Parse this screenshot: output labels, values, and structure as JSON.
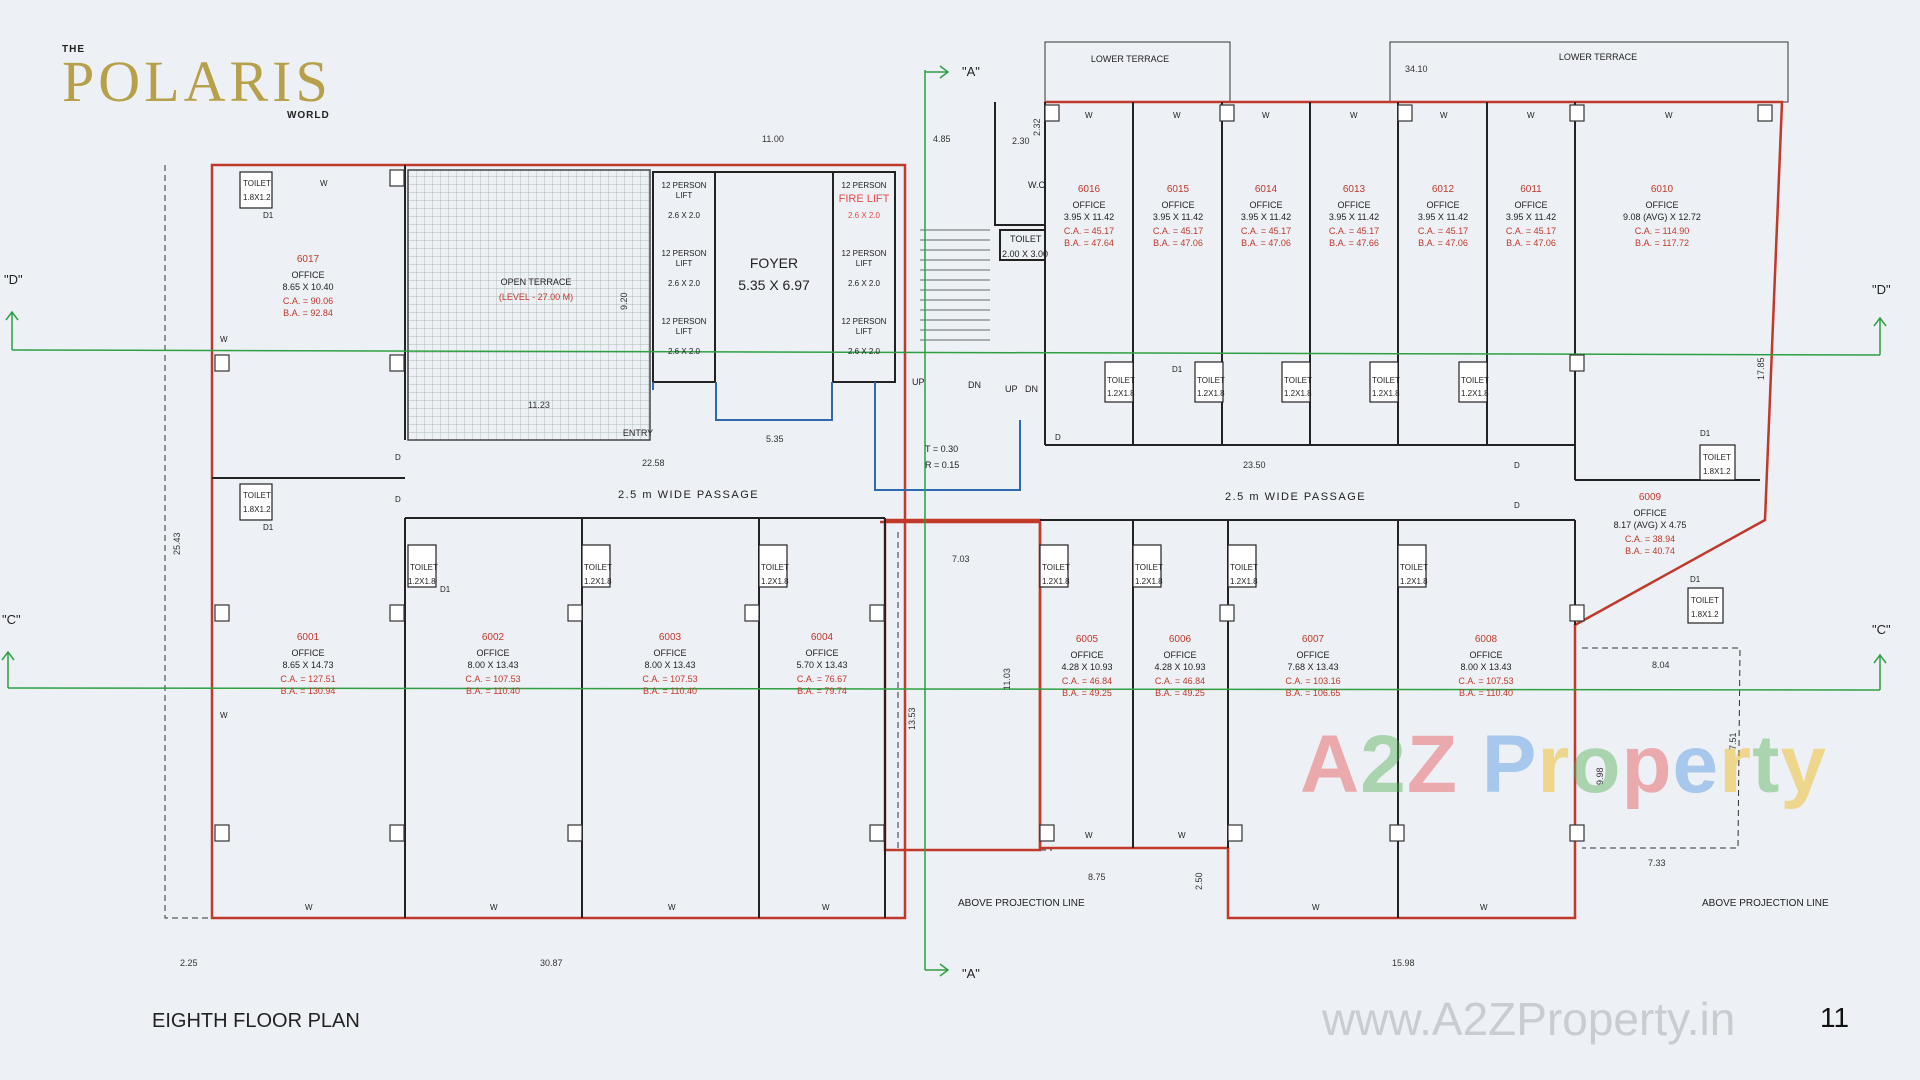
{
  "logo": {
    "the": "THE",
    "main": "POLARIS",
    "world": "WORLD"
  },
  "floor_title": "EIGHTH FLOOR PLAN",
  "page_number": "11",
  "watermark": {
    "parts": [
      "A",
      "2",
      "Z",
      " ",
      "P",
      "r",
      "o",
      "p",
      "e",
      "r",
      "t",
      "y"
    ]
  },
  "site_url": "www.A2ZProperty.in",
  "sections": {
    "a_top": "\"A\"",
    "a_bottom": "\"A\"",
    "d_left": "\"D\"",
    "d_right": "\"D\"",
    "c_left": "\"C\"",
    "c_right": "\"C\""
  },
  "terraces": {
    "lower_1": "LOWER TERRACE",
    "lower_2": "LOWER TERRACE",
    "open": "OPEN TERRACE",
    "open_level": "(LEVEL - 27.00 M)",
    "entry": "ENTRY"
  },
  "foyer": {
    "name": "FOYER",
    "size": "5.35 X 6.97"
  },
  "lifts": [
    {
      "line1": "12 PERSON",
      "line2": "LIFT",
      "size": "2.6 X 2.0"
    },
    {
      "line1": "12 PERSON",
      "line2": "LIFT",
      "size": "2.6 X 2.0"
    },
    {
      "line1": "12 PERSON",
      "line2": "LIFT",
      "size": "2.6 X 2.0"
    },
    {
      "line1": "12 PERSON",
      "line2": "FIRE LIFT",
      "size": "2.6 X 2.0"
    },
    {
      "line1": "12 PERSON",
      "line2": "LIFT",
      "size": "2.6 X 2.0"
    },
    {
      "line1": "12 PERSON",
      "line2": "LIFT",
      "size": "2.6 X 2.0"
    }
  ],
  "passages": {
    "left": "2.5 m WIDE PASSAGE",
    "right": "2.5 m WIDE PASSAGE"
  },
  "stair": {
    "tread": "T = 0.30",
    "riser": "R = 0.15",
    "up": "UP",
    "dn": "DN"
  },
  "projection": {
    "left": "ABOVE PROJECTION LINE",
    "right": "ABOVE PROJECTION LINE"
  },
  "core_toilet": {
    "name": "TOILET",
    "size": "2.00 X 3.00",
    "wc": "W.C"
  },
  "offices_top": [
    {
      "id": "6016",
      "type": "OFFICE",
      "size": "3.95 X 11.42",
      "ca": "C.A. = 45.17",
      "ba": "B.A. = 47.64"
    },
    {
      "id": "6015",
      "type": "OFFICE",
      "size": "3.95 X 11.42",
      "ca": "C.A. = 45.17",
      "ba": "B.A. = 47.06"
    },
    {
      "id": "6014",
      "type": "OFFICE",
      "size": "3.95 X 11.42",
      "ca": "C.A. = 45.17",
      "ba": "B.A. = 47.06"
    },
    {
      "id": "6013",
      "type": "OFFICE",
      "size": "3.95 X 11.42",
      "ca": "C.A. = 45.17",
      "ba": "B.A. = 47.66"
    },
    {
      "id": "6012",
      "type": "OFFICE",
      "size": "3.95 X 11.42",
      "ca": "C.A. = 45.17",
      "ba": "B.A. = 47.06"
    },
    {
      "id": "6011",
      "type": "OFFICE",
      "size": "3.95 X 11.42",
      "ca": "C.A. = 45.17",
      "ba": "B.A. = 47.06"
    },
    {
      "id": "6010",
      "type": "OFFICE",
      "size": "9.08 (AVG) X 12.72",
      "ca": "C.A. = 114.90",
      "ba": "B.A. = 117.72"
    }
  ],
  "office_6017": {
    "id": "6017",
    "type": "OFFICE",
    "size": "8.65 X 10.40",
    "ca": "C.A. = 90.06",
    "ba": "B.A. = 92.84"
  },
  "office_6009": {
    "id": "6009",
    "type": "OFFICE",
    "size": "8.17 (AVG) X 4.75",
    "ca": "C.A. = 38.94",
    "ba": "B.A. = 40.74"
  },
  "offices_bottom_left": [
    {
      "id": "6001",
      "type": "OFFICE",
      "size": "8.65 X 14.73",
      "ca": "C.A. = 127.51",
      "ba": "B.A. = 130.94"
    },
    {
      "id": "6002",
      "type": "OFFICE",
      "size": "8.00 X 13.43",
      "ca": "C.A. = 107.53",
      "ba": "B.A. = 110.40"
    },
    {
      "id": "6003",
      "type": "OFFICE",
      "size": "8.00 X 13.43",
      "ca": "C.A. = 107.53",
      "ba": "B.A. = 110.40"
    },
    {
      "id": "6004",
      "type": "OFFICE",
      "size": "5.70 X 13.43",
      "ca": "C.A. = 76.67",
      "ba": "B.A. = 79.74"
    }
  ],
  "offices_bottom_right": [
    {
      "id": "6005",
      "type": "OFFICE",
      "size": "4.28 X 10.93",
      "ca": "C.A. = 46.84",
      "ba": "B.A. = 49.25"
    },
    {
      "id": "6006",
      "type": "OFFICE",
      "size": "4.28 X 10.93",
      "ca": "C.A. = 46.84",
      "ba": "B.A. = 49.25"
    },
    {
      "id": "6007",
      "type": "OFFICE",
      "size": "7.68 X 13.43",
      "ca": "C.A. = 103.16",
      "ba": "B.A. = 106.65"
    },
    {
      "id": "6008",
      "type": "OFFICE",
      "size": "8.00 X 13.43",
      "ca": "C.A. = 107.53",
      "ba": "B.A. = 110.40"
    }
  ],
  "toilet_labels": {
    "name": "TOILET",
    "size_a": "1.8X1.2",
    "size_b": "1.2X1.8",
    "door": "D1",
    "d": "D",
    "w": "W"
  },
  "dims": {
    "top_1": "11.00",
    "top_2": "4.85",
    "top_3": "2.30",
    "top_4": "2.32",
    "top_5": "34.10",
    "left_h": "25.43",
    "mid_1": "22.58",
    "mid_2": "5.35",
    "mid_3": "23.50",
    "bot_1": "30.87",
    "bot_2": "2.25",
    "bot_3": "15.98",
    "bot_4": "8.75",
    "bot_5": "7.33",
    "r_1": "17.85",
    "r_2": "8.04",
    "r_3": "7.51",
    "r_4": "9.98",
    "c_1": "7.03",
    "c_2": "13.53",
    "c_3": "11.03",
    "c_4": "2.50",
    "terrace_w": "11.23",
    "terrace_h": "9.20"
  }
}
